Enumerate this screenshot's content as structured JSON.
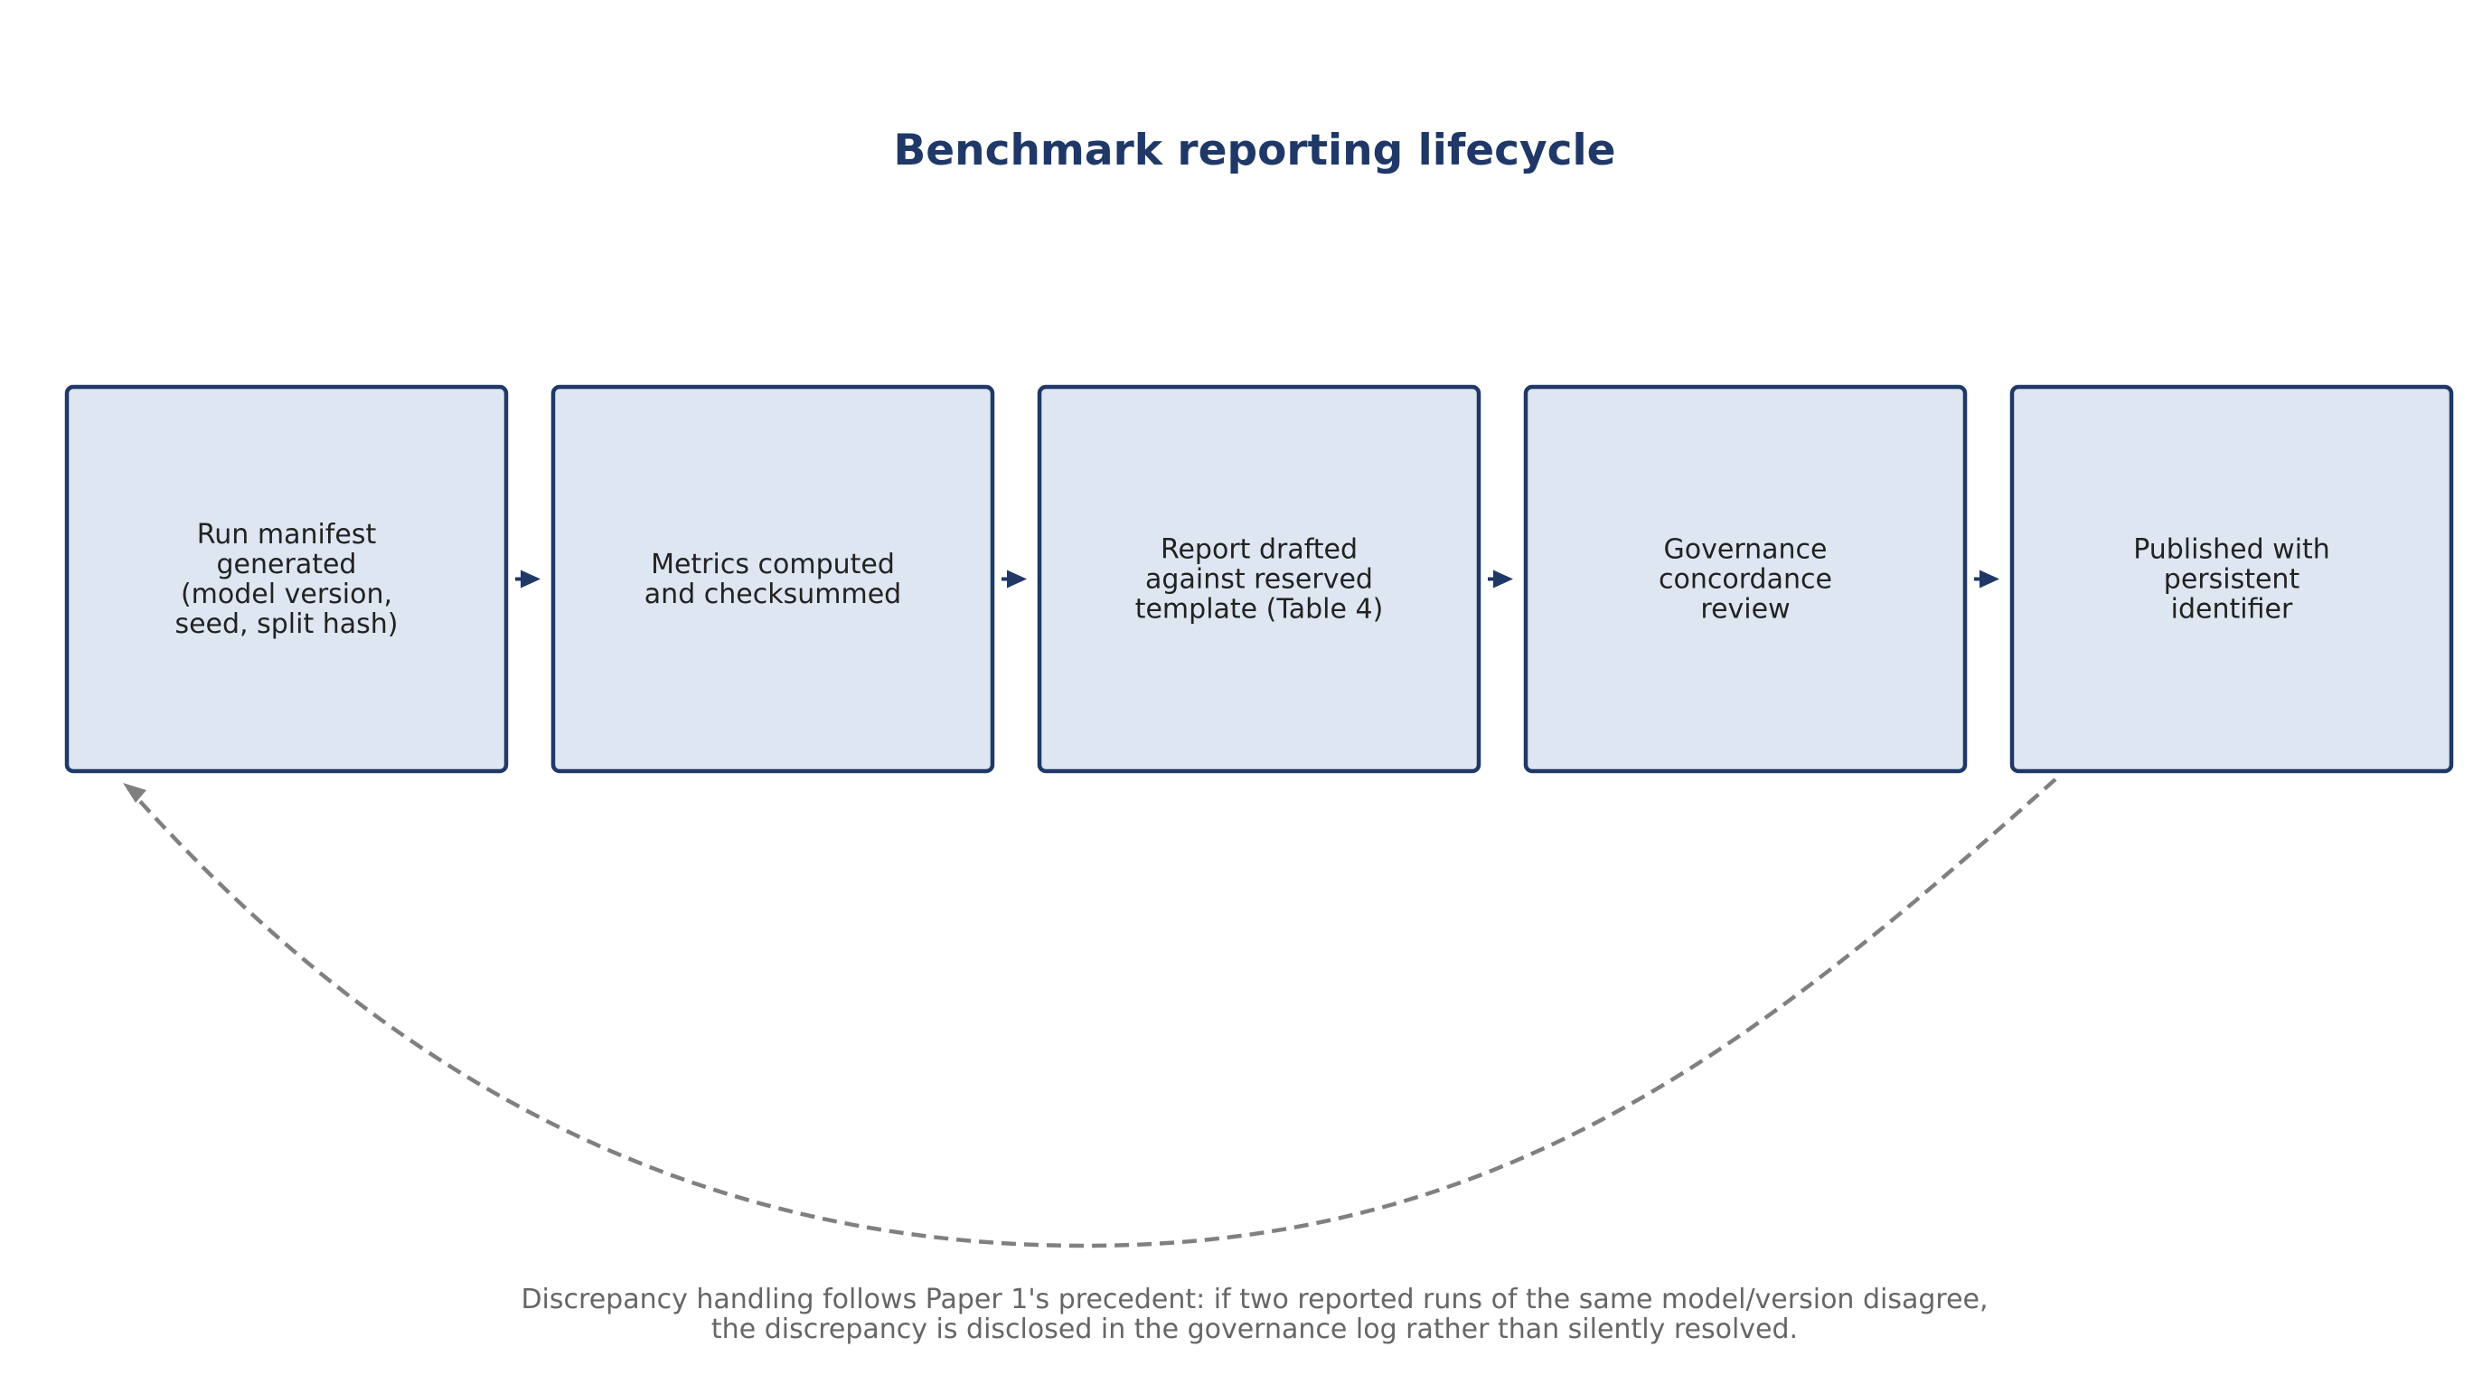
{
  "title": "Benchmark reporting lifecycle",
  "steps": [
    {
      "lines": [
        "Run manifest",
        "generated",
        "(model version,",
        "seed, split hash)"
      ]
    },
    {
      "lines": [
        "Metrics computed",
        "and checksummed"
      ]
    },
    {
      "lines": [
        "Report drafted",
        "against reserved",
        "template (Table 4)"
      ]
    },
    {
      "lines": [
        "Governance",
        "concordance",
        "review"
      ]
    },
    {
      "lines": [
        "Published with",
        "persistent",
        "identifier"
      ]
    }
  ],
  "caption": {
    "line1": "Discrepancy handling follows Paper 1's precedent: if two reported runs of the same model/version disagree,",
    "line2": "the discrepancy is disclosed in the governance log rather than silently resolved."
  },
  "colors": {
    "title": "#1f3868",
    "box_fill": "#dde6f1",
    "box_stroke": "#1f3868",
    "box_text": "#222222",
    "step_arrow": "#1f3868",
    "loop_arrow": "#808080",
    "caption": "#666666"
  }
}
